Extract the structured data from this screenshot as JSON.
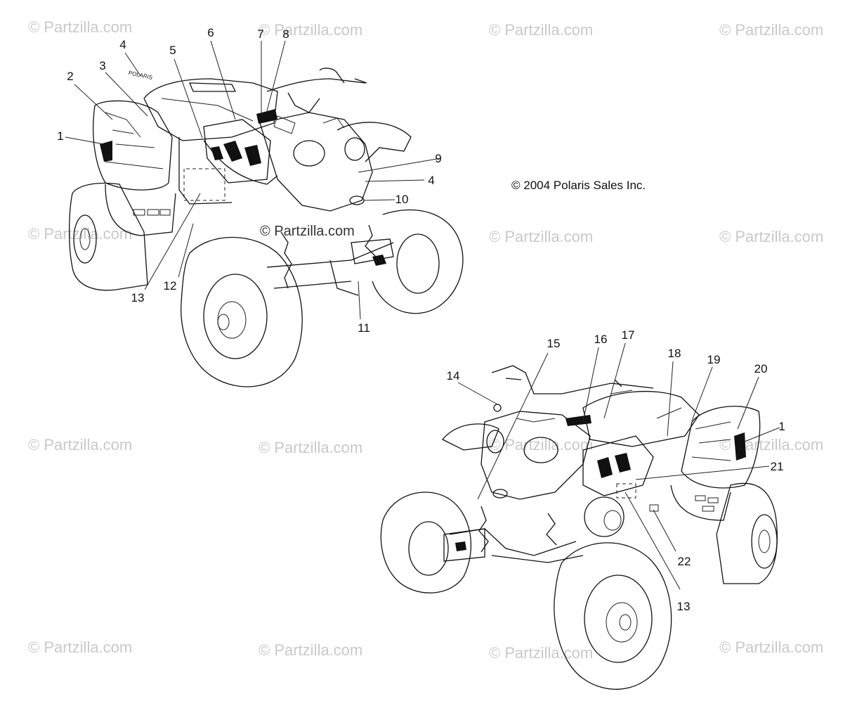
{
  "watermark": {
    "text": "© Partzilla.com",
    "center_text": "© Partzilla.com"
  },
  "copyright": "© 2004 Polaris Sales Inc.",
  "brand_decal_text": "POLARIS",
  "callouts": {
    "upper": [
      "1",
      "2",
      "3",
      "4",
      "5",
      "6",
      "7",
      "8",
      "9",
      "4",
      "10",
      "11",
      "12",
      "13"
    ],
    "lower": [
      "14",
      "15",
      "16",
      "17",
      "18",
      "19",
      "20",
      "1",
      "21",
      "13",
      "22"
    ]
  },
  "colors": {
    "line": "#111111",
    "watermark": "#c9c9c9",
    "background": "#ffffff"
  }
}
